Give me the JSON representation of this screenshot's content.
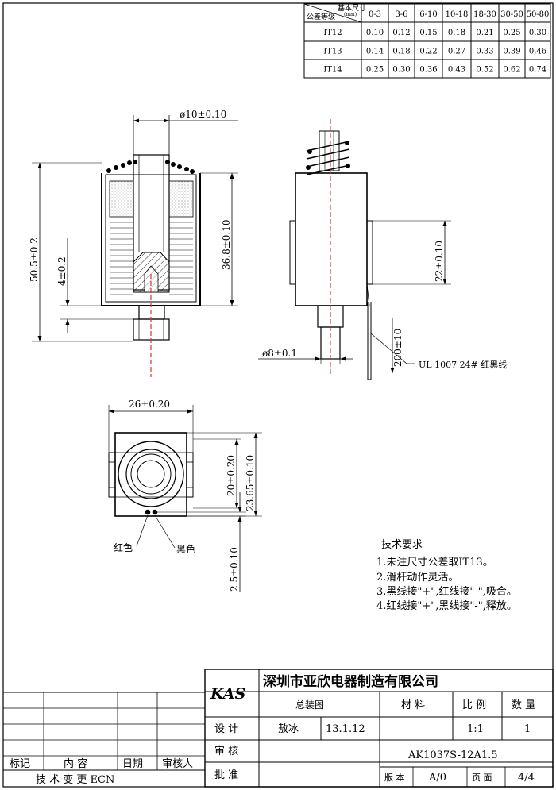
{
  "tolerance_table": {
    "header_top": "基本尺寸",
    "header_unit": "(mm)",
    "header_bottom": "公差等级",
    "ranges": [
      "0-3",
      "3-6",
      "6-10",
      "10-18",
      "18-30",
      "30-50",
      "50-80"
    ],
    "rows": [
      {
        "grade": "IT12",
        "values": [
          "0.10",
          "0.12",
          "0.15",
          "0.18",
          "0.21",
          "0.25",
          "0.30"
        ]
      },
      {
        "grade": "IT13",
        "values": [
          "0.14",
          "0.18",
          "0.22",
          "0.27",
          "0.33",
          "0.39",
          "0.46"
        ]
      },
      {
        "grade": "IT14",
        "values": [
          "0.25",
          "0.30",
          "0.36",
          "0.43",
          "0.52",
          "0.62",
          "0.74"
        ]
      }
    ]
  },
  "dimensions": {
    "bore_dia": "ø10±0.10",
    "overall_length": "50.5±0.2",
    "stroke": "4±0.2",
    "body_height": "36.8±0.10",
    "side_height": "22±0.10",
    "plunger_dia": "ø8±0.1",
    "wire_length": "200±10",
    "wire_spec": "UL 1007 24# 红黑线",
    "width": "26±0.20",
    "inner_height": "20±0.20",
    "outer_height": "23.65±0.10",
    "wire_offset": "2.5±0.10",
    "red_label": "红色",
    "black_label": "黑色"
  },
  "notes": {
    "title": "技术要求",
    "items": [
      "1.未注尺寸公差取IT13。",
      "2.滑杆动作灵活。",
      "3.黑线接\"+\",红线接\"-\",吸合。",
      "4.红线接\"+\",黑线接\"-\",释放。"
    ]
  },
  "title_block": {
    "logo": "KAS",
    "company": "深圳市亚欣电器制造有限公司",
    "drawing_name": "总装图",
    "material_label": "材 料",
    "scale_label": "比 例",
    "qty_label": "数 量",
    "design_label": "设 计",
    "designer": "敖冰",
    "date": "13.1.12",
    "scale": "1:1",
    "qty": "1",
    "review_label": "审 核",
    "approve_label": "批 准",
    "part_no": "AK1037S-12A1.5",
    "version_label": "版 本",
    "version": "A/0",
    "page_label": "页 面",
    "page": "4/4"
  },
  "revision_block": {
    "mark": "标记",
    "content": "内 容",
    "date": "日期",
    "reviewer": "审核人",
    "ecn": "技 术 变 更 ECN"
  }
}
